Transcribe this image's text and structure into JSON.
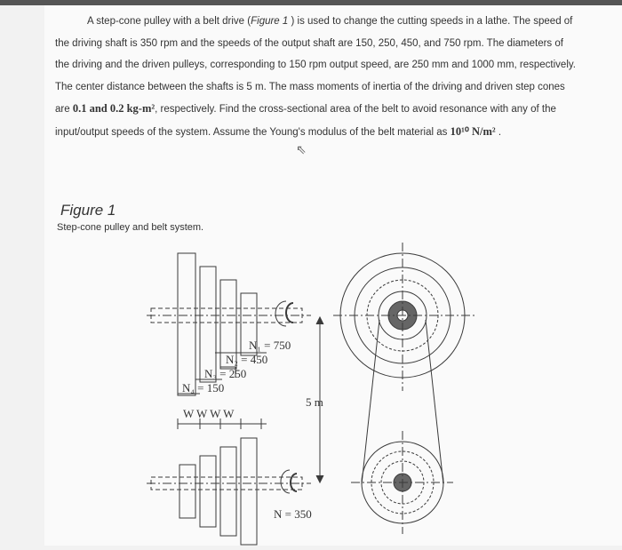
{
  "problem": {
    "t1": "A step-cone pulley with a belt drive (",
    "fig_ref": "Figure 1",
    "t2": " ) is used to change the cutting speeds in a lathe. The speed of the driving shaft is 350 rpm and the speeds of the output shaft are 150, 250, 450, and 750 rpm. The diameters of the driving and the driven pulleys, corresponding to 150 rpm output speed, are 250 mm and 1000 mm, respectively. The center distance between the shafts is 5 m. The mass moments of inertia of the driving and driven step cones are ",
    "inertia_math": "0.1 and 0.2 kg-m²",
    "t3": ", respectively. Find the cross-sectional area of the belt to avoid resonance with any of the input/output speeds of the system. Assume the Young's modulus of the belt material as ",
    "modulus_math": "10¹⁰ N/m²",
    "t4": " ."
  },
  "figure": {
    "title": "Figure 1",
    "caption": "Step-cone pulley and belt system.",
    "labels": {
      "n1": "N₁ = 750",
      "n2": "N₂ = 450",
      "n3": "N₃ = 250",
      "n4": "N₄ = 150",
      "w": "W  W  W  W",
      "distance": "5 m",
      "n_input": "N = 350"
    }
  },
  "colors": {
    "line": "#3a3a3a",
    "hub": "#666666"
  },
  "icons": {
    "cursor": "pointer-cursor-icon"
  }
}
